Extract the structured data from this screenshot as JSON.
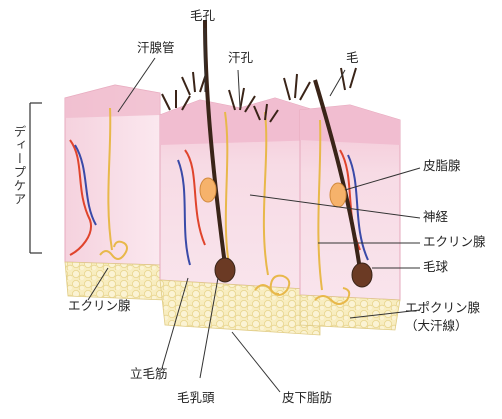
{
  "labels": {
    "hair_pore": "毛孔",
    "sweat_duct": "汗腺管",
    "sweat_pore": "汗孔",
    "hair": "毛",
    "deep_care": "ディープケア",
    "sebaceous_gland": "皮脂腺",
    "nerve": "神経",
    "eccrine_right": "エクリン腺",
    "hair_bulb": "毛球",
    "apocrine": "エポクリン腺",
    "apocrine_note": "（大汗線）",
    "eccrine_left": "エクリン腺",
    "arrector_pili": "立毛筋",
    "papilla": "毛乳頭",
    "subcutaneous_fat": "皮下脂肪"
  },
  "colors": {
    "epidermis": "#f4c9d6",
    "dermis": "#f7dbe5",
    "fat": "#f6eab8",
    "hair": "#3a2418",
    "duct": "#e8b84a",
    "artery": "#e0442c",
    "vein": "#3a4aa8"
  }
}
